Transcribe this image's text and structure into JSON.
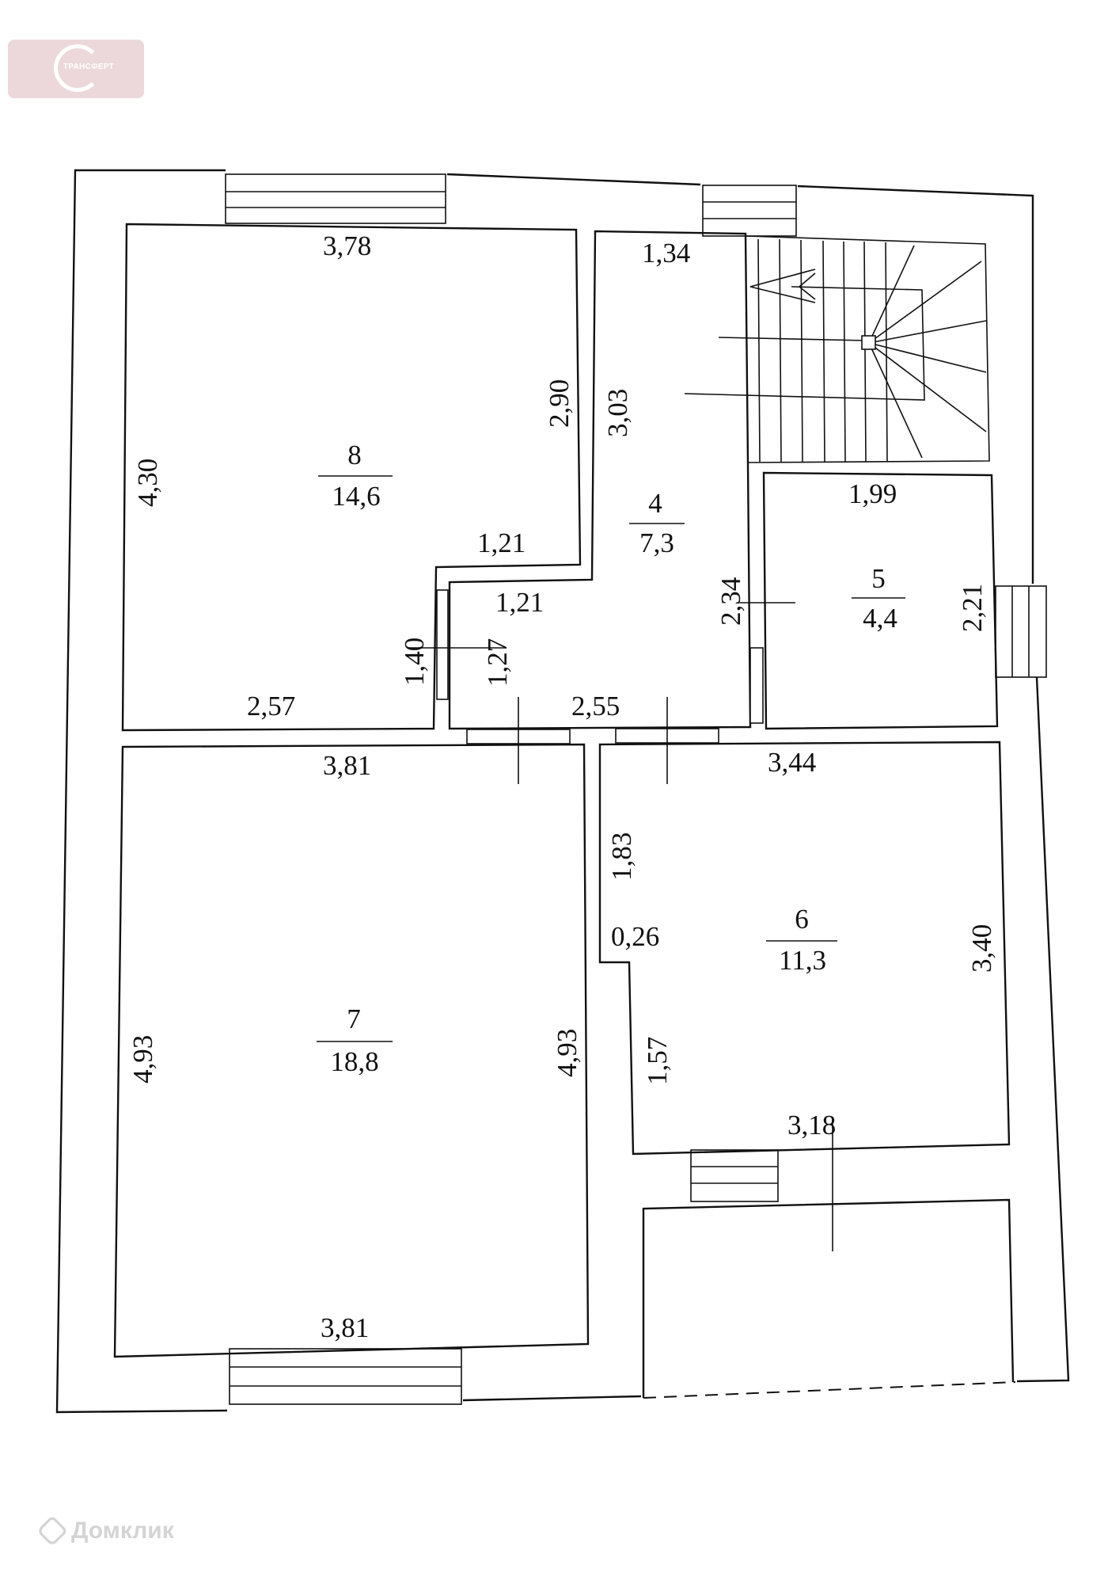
{
  "logo": {
    "text": "ТРАНСФЕРТ",
    "color": "#ecd8da"
  },
  "watermark": {
    "text": "Домклик",
    "icon": "house-icon"
  },
  "rooms": [
    {
      "number": "8",
      "area": "14,6"
    },
    {
      "number": "4",
      "area": "7,3"
    },
    {
      "number": "5",
      "area": "4,4"
    },
    {
      "number": "7",
      "area": "18,8"
    },
    {
      "number": "6",
      "area": "11,3"
    }
  ],
  "dimensions": [
    "3,78",
    "2,90",
    "4,30",
    "1,21",
    "1,40",
    "2,57",
    "1,34",
    "3,03",
    "1,21",
    "1,27",
    "2,55",
    "2,34",
    "1,99",
    "2,21",
    "3,81",
    "4,93",
    "4,93",
    "3,81",
    "3,44",
    "1,83",
    "0,26",
    "3,40",
    "1,57",
    "3,18"
  ]
}
